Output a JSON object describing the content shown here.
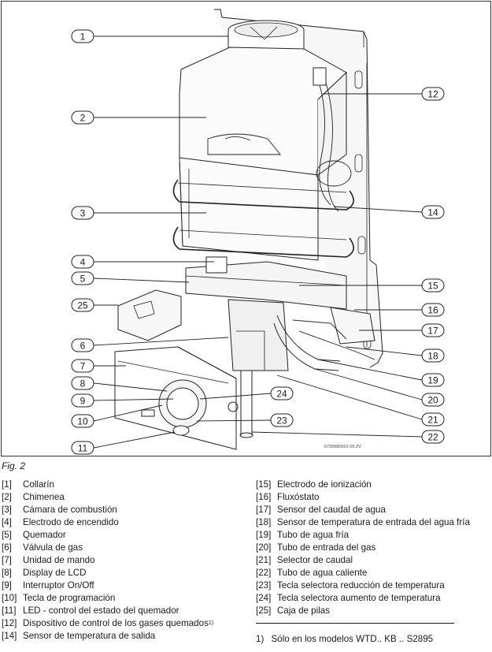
{
  "figure": {
    "reference_code": "6720680501-05.2V",
    "callouts": [
      "1",
      "2",
      "3",
      "4",
      "5",
      "6",
      "7",
      "8",
      "9",
      "10",
      "11",
      "12",
      "14",
      "15",
      "16",
      "17",
      "18",
      "19",
      "20",
      "21",
      "22",
      "23",
      "24",
      "25"
    ]
  },
  "caption": "Fig. 2",
  "legend_left": [
    {
      "num": "[1]",
      "text": "Collarín"
    },
    {
      "num": "[2]",
      "text": "Chimenea"
    },
    {
      "num": "[3]",
      "text": "Cámara de combustión"
    },
    {
      "num": "[4]",
      "text": "Electrodo de encendido"
    },
    {
      "num": "[5]",
      "text": "Quemador"
    },
    {
      "num": "[6]",
      "text": "Válvula de gas"
    },
    {
      "num": "[7]",
      "text": "Unidad de mando"
    },
    {
      "num": "[8]",
      "text": "Display de LCD"
    },
    {
      "num": "[9]",
      "text": "Interruptor On/Off"
    },
    {
      "num": "[10]",
      "text": "Tecla de programación"
    },
    {
      "num": "[11]",
      "text": "LED - control del estado del quemador"
    },
    {
      "num": "[12]",
      "text": "Dispositivo de control de los gases quemados",
      "sup": "1)"
    },
    {
      "num": "[14]",
      "text": "Sensor de temperatura de salida"
    }
  ],
  "legend_right": [
    {
      "num": "[15]",
      "text": "Electrodo de ionización"
    },
    {
      "num": "[16]",
      "text": "Fluxóstato"
    },
    {
      "num": "[17]",
      "text": "Sensor del caudal de agua"
    },
    {
      "num": "[18]",
      "text": "Sensor de temperatura de entrada del agua fría"
    },
    {
      "num": "[19]",
      "text": "Tubo de agua fría"
    },
    {
      "num": "[20]",
      "text": "Tubo de entrada del gas"
    },
    {
      "num": "[21]",
      "text": "Selector de caudal"
    },
    {
      "num": "[22]",
      "text": "Tubo de agua caliente"
    },
    {
      "num": "[23]",
      "text": "Tecla selectora reducción de temperatura"
    },
    {
      "num": "[24]",
      "text": "Tecla selectora aumento de temperatura"
    },
    {
      "num": "[25]",
      "text": "Caja de pilas"
    }
  ],
  "footnote": {
    "marker": "1)",
    "text": "Sólo en los modelos WTD.. KB .. S2895"
  }
}
